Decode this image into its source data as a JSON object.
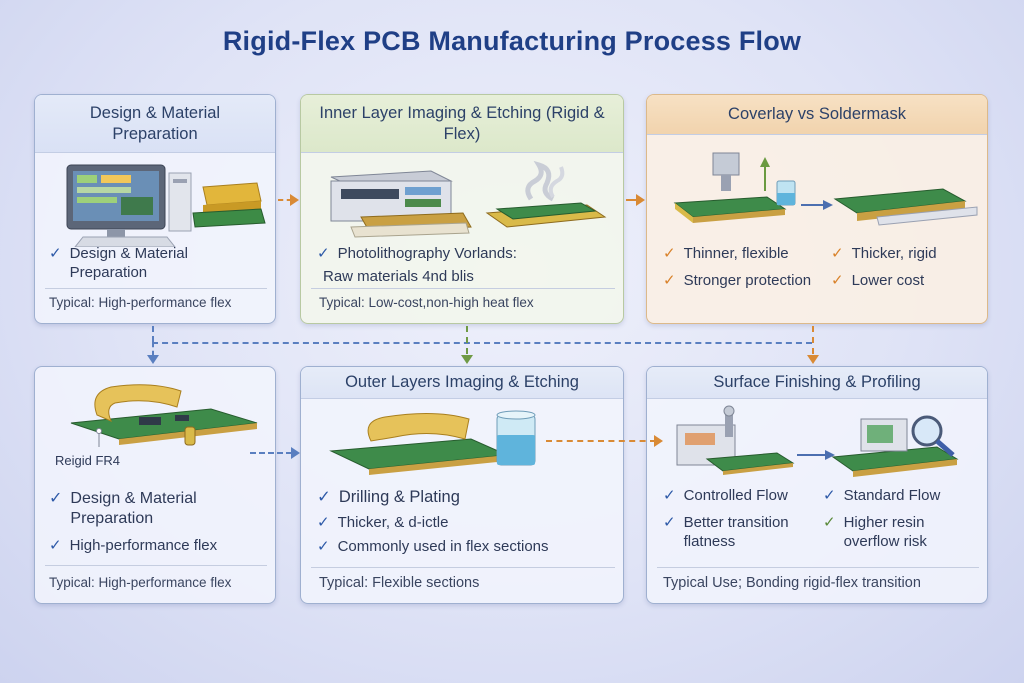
{
  "title": "Rigid-Flex PCB Manufacturing Process Flow",
  "cards": [
    {
      "heading": "Design & Material Preparation",
      "bullets": [
        "Design & Material Preparation"
      ],
      "typical": "Typical: High-performance flex"
    },
    {
      "heading": "Inner Layer Imaging & Etching (Rigid & Flex)",
      "bullets": [
        "Photolithography Vorlands:",
        "Raw materials 4nd blis"
      ],
      "typical": "Typical: Low-cost,non-high heat flex"
    },
    {
      "heading": "Coverlay vs Soldermask",
      "left": [
        "Thinner, flexible",
        "Stronger protection"
      ],
      "right": [
        "Thicker, rigid",
        "Lower cost"
      ]
    },
    {
      "heading": "",
      "label": "Reigid FR4",
      "bullets": [
        "Design & Material Preparation",
        "High-performance flex"
      ],
      "typical": "Typical: High-performance flex"
    },
    {
      "heading": "Outer Layers Imaging & Etching",
      "bullets": [
        "Drilling & Plating",
        "Thicker, & d-ictle",
        "Commonly used in flex sections"
      ],
      "typical": "Typical: Flexible sections"
    },
    {
      "heading": "Surface Finishing & Profiling",
      "left": [
        "Controlled Flow",
        "Better transition flatness"
      ],
      "right": [
        "Standard Flow",
        "Higher resin overflow risk"
      ],
      "typical": "Typical Use; Bonding rigid-flex transition"
    }
  ],
  "colors": {
    "title": "#1f3f86",
    "arrow_orange": "#d98a35",
    "arrow_blue": "#5a7fc0",
    "arrow_green": "#6f9a45",
    "check_blue": "#2e5aa8",
    "check_orange": "#d9822b",
    "check_green": "#5a8a3a"
  },
  "icons": {
    "check": "✓"
  }
}
